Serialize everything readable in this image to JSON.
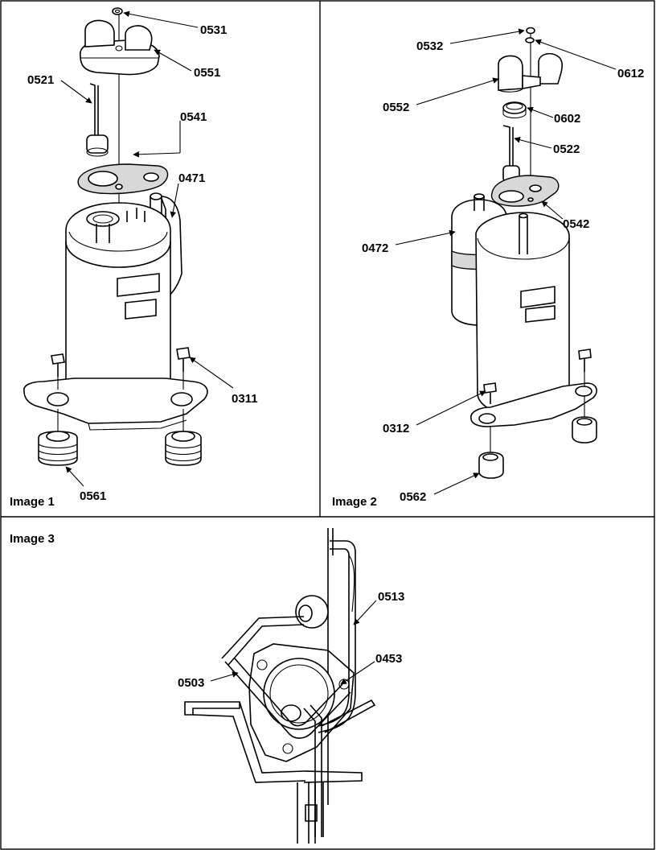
{
  "panels": [
    {
      "caption": "Image 1",
      "callouts": [
        "0531",
        "0551",
        "0521",
        "0541",
        "0471",
        "0311",
        "0561"
      ]
    },
    {
      "caption": "Image 2",
      "callouts": [
        "0532",
        "0612",
        "0552",
        "0602",
        "0522",
        "0542",
        "0472",
        "0312",
        "0562"
      ]
    },
    {
      "caption": "Image 3",
      "callouts": [
        "0513",
        "0453",
        "0503"
      ]
    }
  ]
}
